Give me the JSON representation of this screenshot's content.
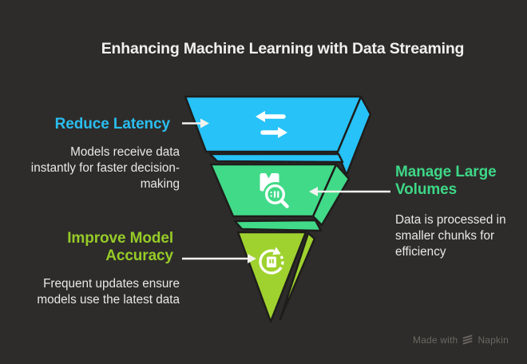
{
  "title": "Enhancing Machine Learning with Data Streaming",
  "colors": {
    "background": "#2d2c2a",
    "title_text": "#f2f0ed",
    "body_text": "#eae8e4",
    "muted_text": "#6a6861",
    "outline": "#1e1d1b",
    "connector": "#f3f2ef",
    "icon": "#ffffff",
    "tier1": "#27c2f7",
    "tier2": "#41da88",
    "tier3": "#9fd22e"
  },
  "items": [
    {
      "heading": "Reduce Latency",
      "heading_color": "#2abef0",
      "description": "Models receive data instantly for faster decision-making",
      "description_lines": [
        "Models receive data",
        "instantly for faster decision-",
        "making"
      ],
      "icon": "swap-arrows-icon"
    },
    {
      "heading": "Manage Large Volumes",
      "heading_color": "#3ed787",
      "description": "Data is processed in smaller chunks for efficiency",
      "description_lines": [
        "Data is processed in",
        "smaller chunks for",
        "efficiency"
      ],
      "icon": "data-search-icon"
    },
    {
      "heading": "Improve Model Accuracy",
      "heading_color": "#96cb28",
      "description": "Frequent updates ensure models use the latest data",
      "description_lines": [
        "Frequent updates ensure",
        "models use the latest data"
      ],
      "icon": "data-refresh-icon"
    }
  ],
  "watermark": {
    "prefix": "Made with",
    "brand": "Napkin"
  }
}
